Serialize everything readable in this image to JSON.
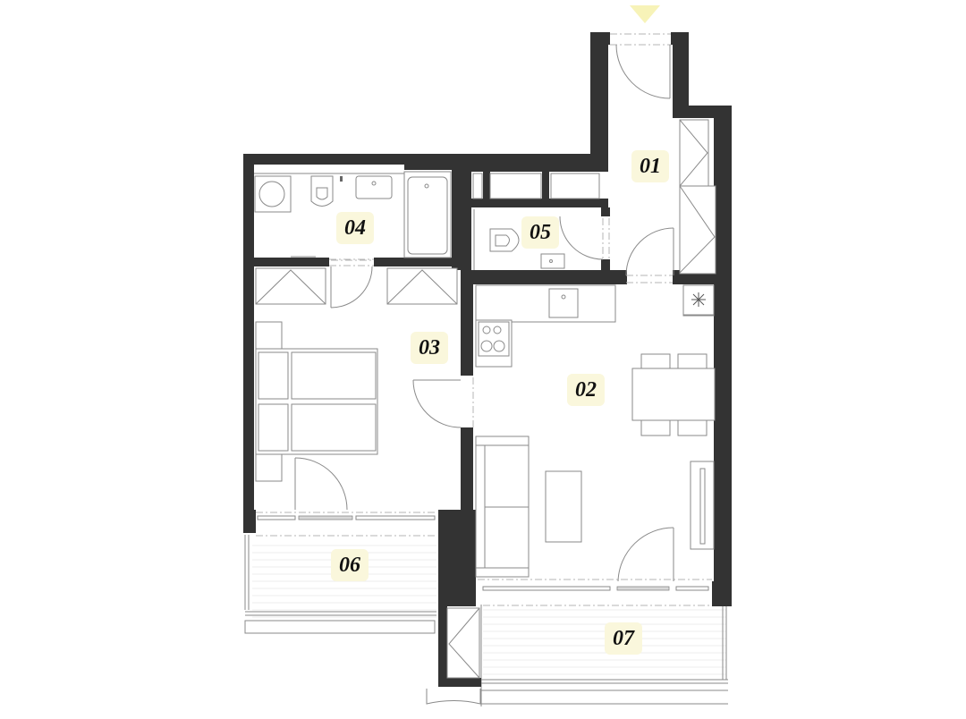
{
  "floor_plan": {
    "type": "apartment floor plan",
    "entry_marker": {
      "icon": "entry-arrow-down-icon",
      "color": "#f7f3b8"
    },
    "label_badge_color": "#faf7dc",
    "wall_color": "#333333",
    "rooms": [
      {
        "id": "01",
        "label": "01",
        "type": "hallway"
      },
      {
        "id": "02",
        "label": "02",
        "type": "living-kitchen"
      },
      {
        "id": "03",
        "label": "03",
        "type": "bedroom"
      },
      {
        "id": "04",
        "label": "04",
        "type": "bathroom"
      },
      {
        "id": "05",
        "label": "05",
        "type": "wc"
      },
      {
        "id": "06",
        "label": "06",
        "type": "balcony"
      },
      {
        "id": "07",
        "label": "07",
        "type": "balcony"
      }
    ]
  }
}
